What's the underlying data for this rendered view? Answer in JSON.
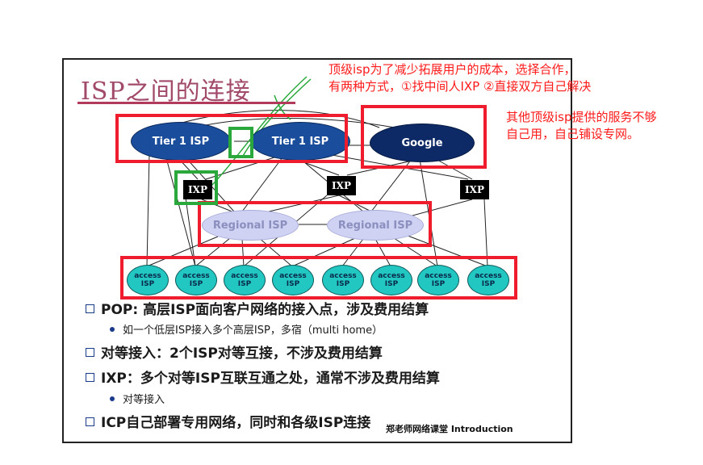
{
  "slide": {
    "title": "ISP之间的连接",
    "footer": "郑老师网络课堂  Introduction"
  },
  "annotations": {
    "note1_line1": "顶级isp为了减少拓展用户的成本，选择合作，",
    "note1_line2": "有两种方式，①找中间人IXP ②直接双方自己解决",
    "note2_line1": "其他顶级isp提供的服务不够",
    "note2_line2": "自己用，自己铺设专网。"
  },
  "diagram": {
    "tier1_a": "Tier 1 ISP",
    "tier1_b": "Tier 1 ISP",
    "google": "Google",
    "ixp": "IXP",
    "regional": "Regional ISP",
    "access_line1": "access",
    "access_line2": "ISP"
  },
  "bullets": {
    "b1": "POP: 高层ISP面向客户网络的接入点，涉及费用结算",
    "b1_sub": "如一个低层ISP接入多个高层ISP，多宿（multi home）",
    "b2": "对等接入：2个ISP对等互接，不涉及费用结算",
    "b3": "IXP：多个对等ISP互联互通之处，通常不涉及费用结算",
    "b3_sub": "对等接入",
    "b4": "ICP自己部署专用网络，同时和各级ISP连接"
  },
  "colors": {
    "red_highlight": "#ee1c2c",
    "green_highlight": "#2aa83c",
    "tier1": "#1a4d9c",
    "access": "#22c7c2"
  }
}
